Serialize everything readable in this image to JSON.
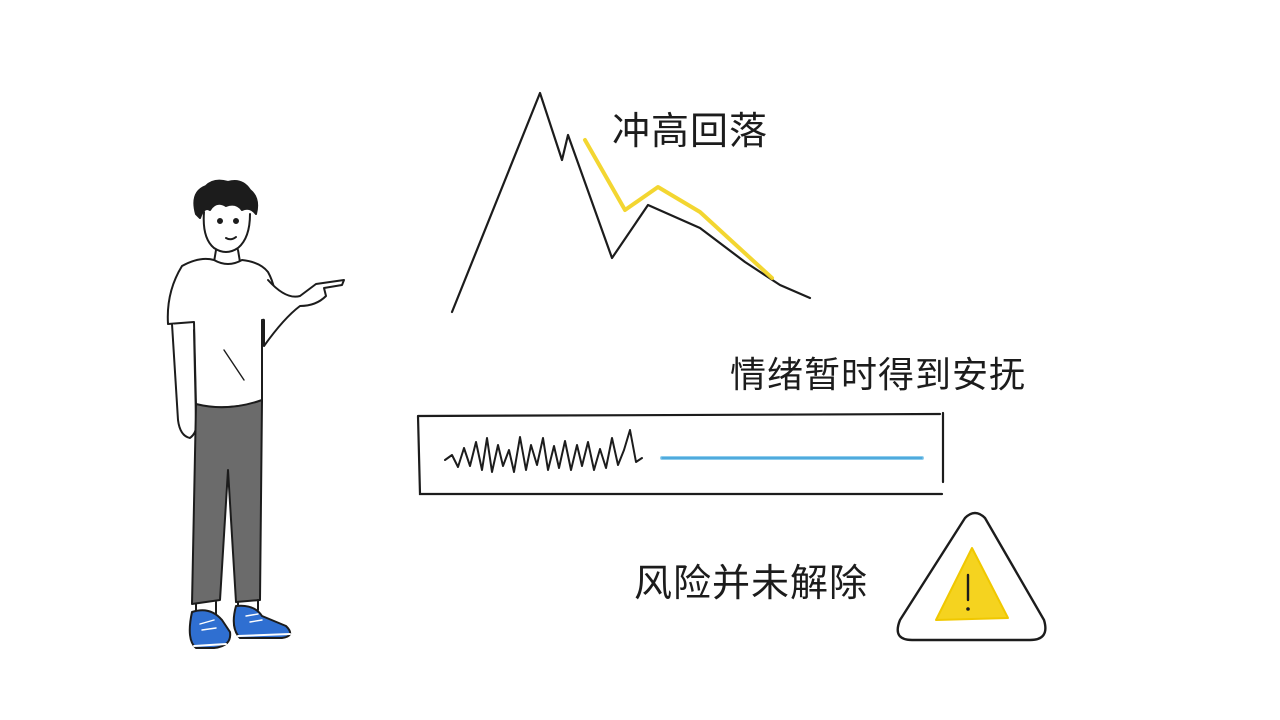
{
  "labels": {
    "spike_fallback": "冲高回落",
    "emotion_soothed": "情绪暂时得到安抚",
    "risk_unresolved": "风险并未解除"
  },
  "warning": {
    "icon": "warning-triangle-icon",
    "symbol": "!"
  },
  "colors": {
    "ink": "#1c1c1c",
    "highlight_yellow": "#f2d21b",
    "calm_blue": "#5fb8e6",
    "pants_gray": "#6b6b6b",
    "shoe_blue": "#2f6fd1",
    "warning_yellow": "#f5d31f"
  }
}
